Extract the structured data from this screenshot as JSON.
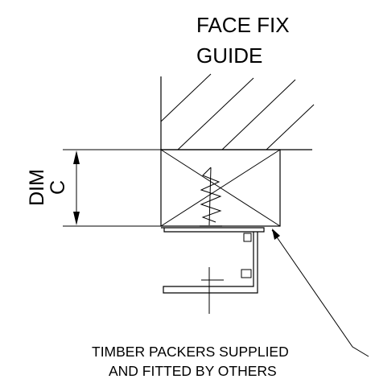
{
  "title": {
    "line1": "FACE FIX",
    "line2": "GUIDE"
  },
  "dimension": {
    "line1": "DIM",
    "line2": "C"
  },
  "note": {
    "line1": "TIMBER PACKERS SUPPLIED",
    "line2": "AND FITTED BY OTHERS"
  },
  "colors": {
    "ink": "#000000",
    "background": "#ffffff"
  }
}
